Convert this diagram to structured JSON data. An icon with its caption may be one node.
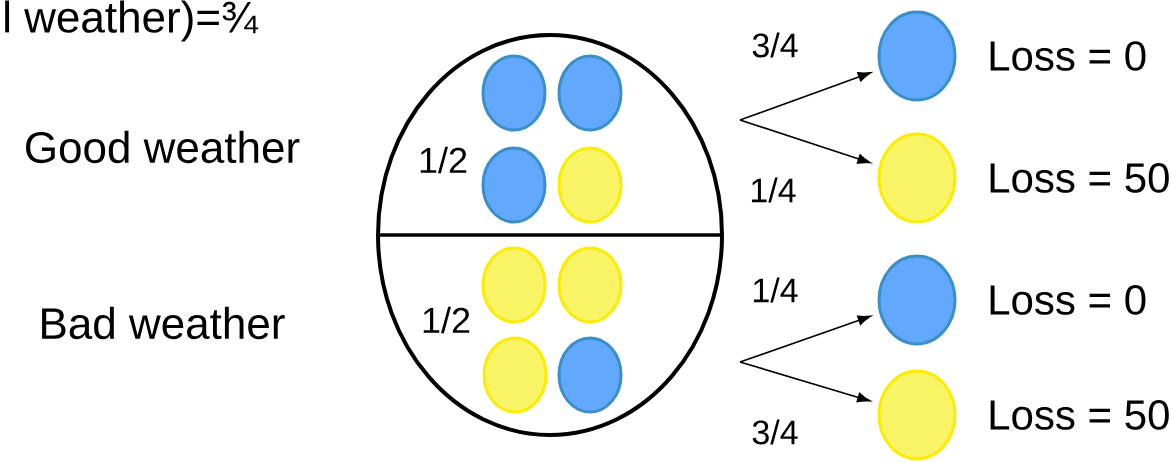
{
  "diagram": {
    "nodes": [
      {
        "text": [
          "1/2",
          "1/2"
        ]
      },
      {
        "text": [],
        "shape": "circle",
        "in": 0
      },
      {
        "text": [],
        "shape": "circle",
        "in": 0
      },
      {
        "text": [],
        "shape": "circle",
        "in": 0
      },
      {
        "text": [],
        "shape": "circle",
        "in": 0
      },
      {
        "text": [],
        "shape": "circle",
        "in": 0
      },
      {
        "text": [],
        "shape": "circle",
        "in": 0
      },
      {
        "text": [],
        "shape": "circle",
        "in": 0
      },
      {
        "text": [],
        "shape": "circle",
        "in": 0
      },
      {
        "text": [],
        "shape": "circle",
        "beside": [
          "Loss = 0"
        ]
      },
      {
        "text": [],
        "shape": "circle",
        "beside": [
          "Loss = 50"
        ]
      },
      {
        "text": [],
        "shape": "circle",
        "beside": [
          "Loss = 0"
        ]
      },
      {
        "text": [],
        "shape": "circle",
        "beside": [
          "Loss = 50"
        ]
      }
    ],
    "edges": [
      {
        "from": null,
        "to": 9,
        "arrow": "to",
        "label": "3/4"
      },
      {
        "from": null,
        "to": 10,
        "arrow": "to",
        "label": "1/4"
      },
      {
        "from": null,
        "to": 11,
        "arrow": "to",
        "label": "1/4"
      },
      {
        "from": null,
        "to": 12,
        "arrow": "to",
        "label": "3/4"
      }
    ],
    "labels": [
      "l weather)=¾",
      "Good weather",
      "Bad weather"
    ]
  }
}
